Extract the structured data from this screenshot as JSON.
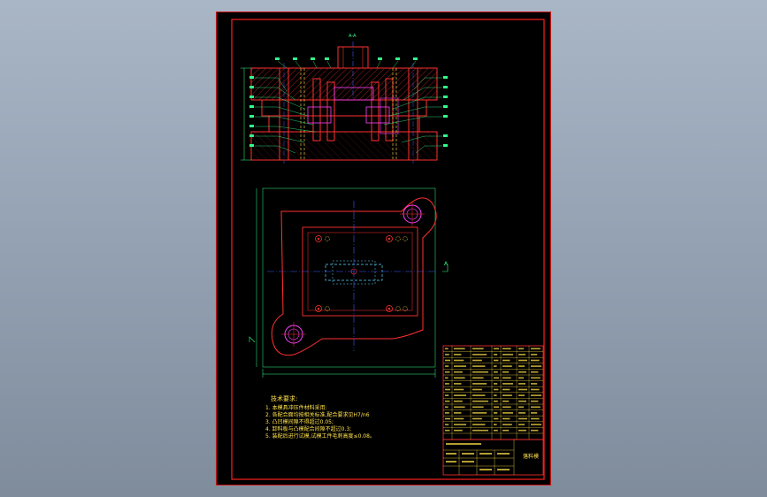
{
  "viewer": {
    "background_top": "#a9b6c6",
    "background_bottom": "#7f8c9c"
  },
  "drawing": {
    "sheet_color": "#000000",
    "frame_color": "#ff2020",
    "line_color_outline": "#ff3030",
    "line_color_dimension": "#34ff8a",
    "line_color_center": "#3c5bff",
    "line_color_hidden": "#ffe14a",
    "line_color_highlight": "#ff40ff",
    "top_label": "A-A",
    "view_label": "A",
    "technical_notes": {
      "title": "技术要求:",
      "items": [
        "1. 本模具冲压件材料采用:",
        "2. 各配合面均按相关标准,配合要求见H7/n6",
        "3. 凸凹模间隙不得超过0.05;",
        "4. 卸料板与凸模配合间隙不超过0.3;",
        "5. 装配后进行试模,试模工件毛刺高度≤0.08。"
      ]
    },
    "title_block": {
      "drawing_name": "落料模"
    }
  }
}
